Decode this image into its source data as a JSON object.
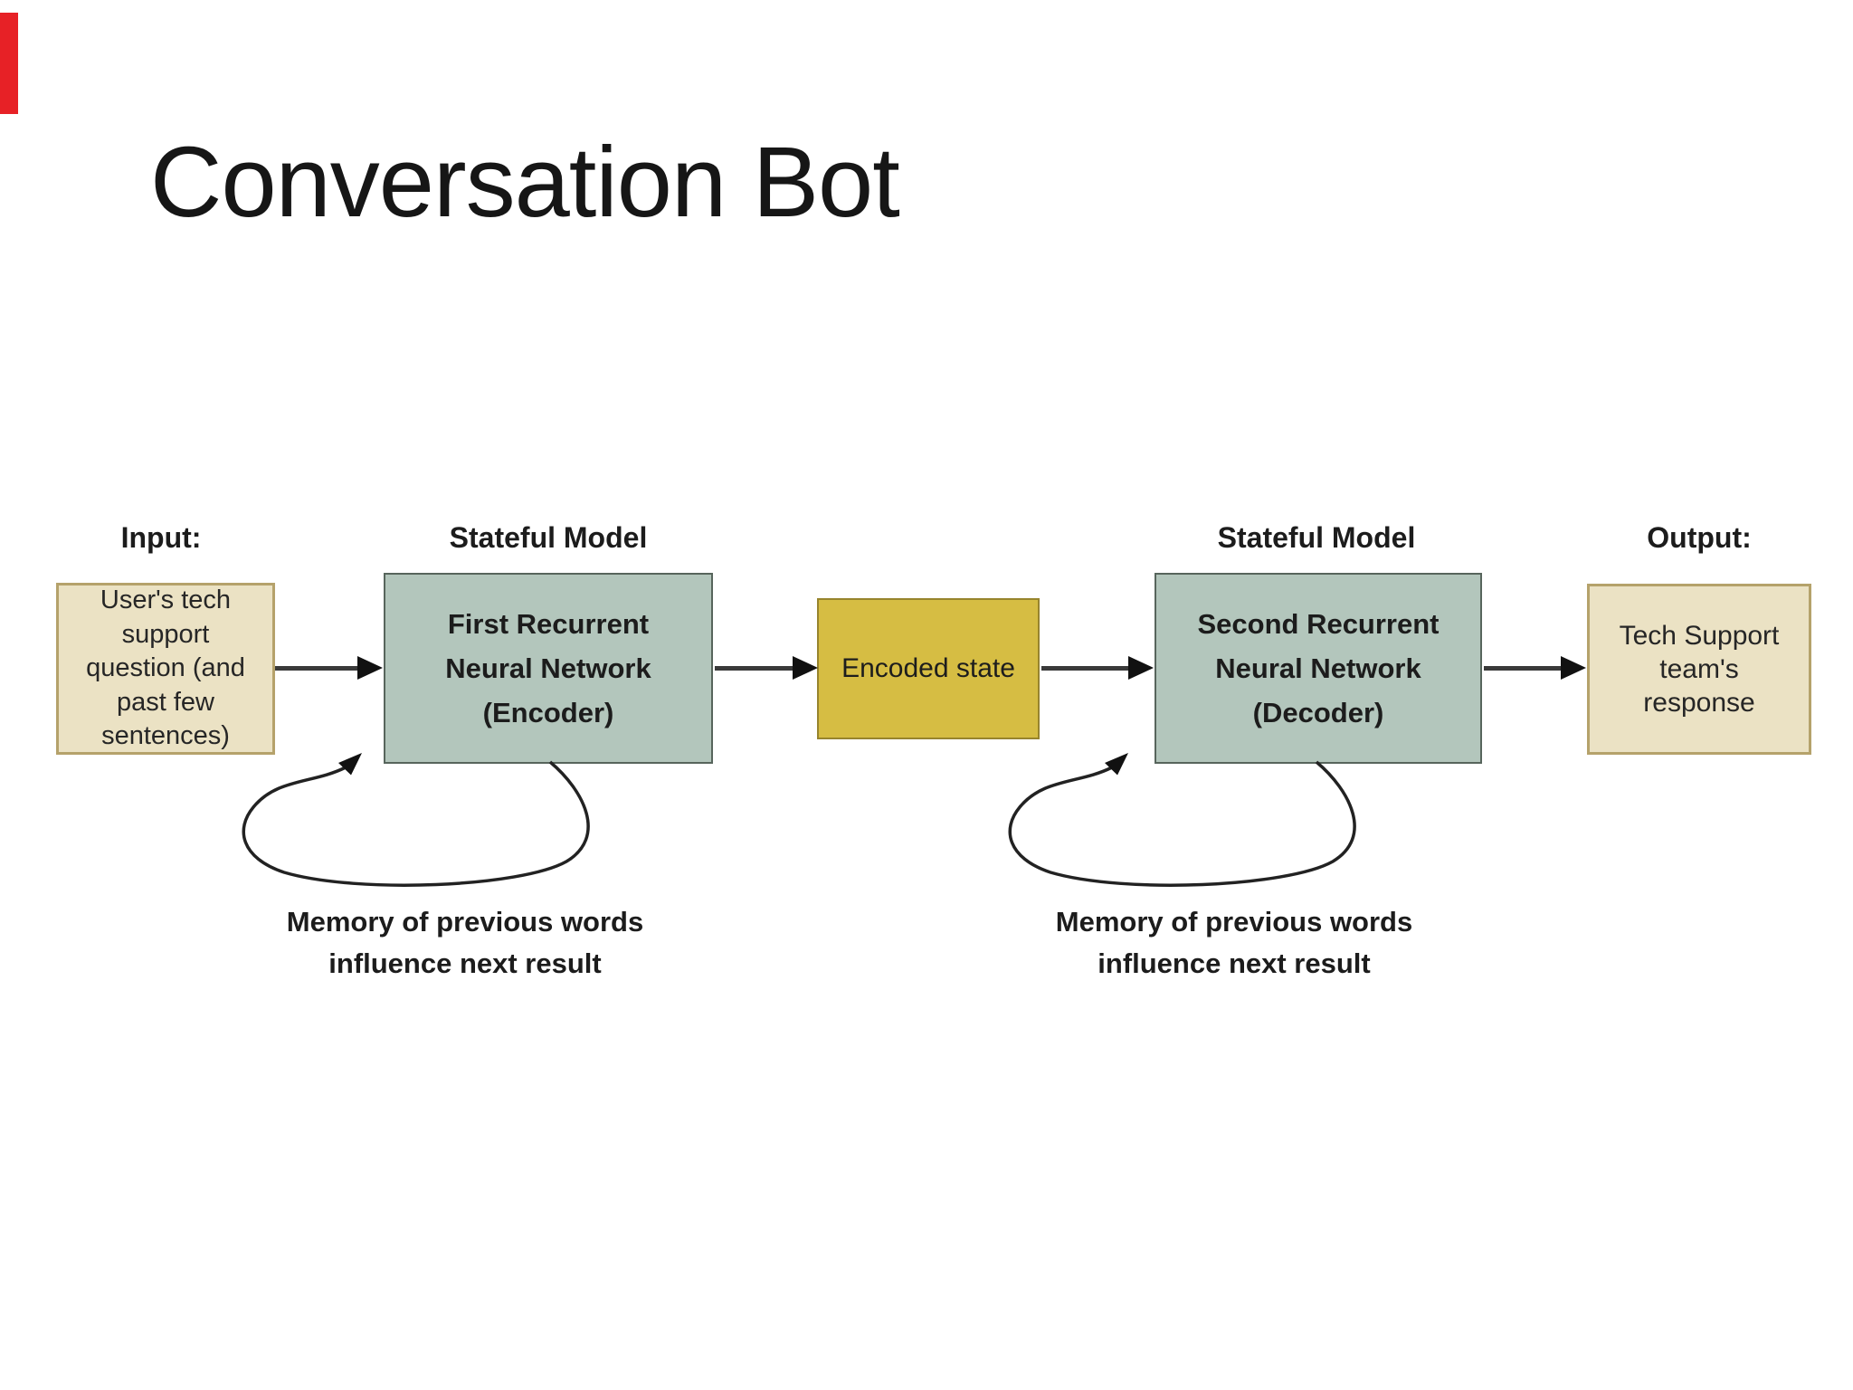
{
  "slide": {
    "title": "Conversation Bot",
    "background_color": "#ffffff",
    "accent_bar_color": "#e72126",
    "text_color": "#1c1c1c",
    "arrow_color": "#3a3a3a"
  },
  "labels": {
    "input": "Input:",
    "stateful_model_left": "Stateful Model",
    "stateful_model_right": "Stateful Model",
    "output": "Output:"
  },
  "nodes": {
    "input": {
      "lines": [
        "User's tech",
        "support",
        "question (and",
        "past few",
        "sentences)"
      ],
      "fill": "#ebe2c4",
      "border": "#b5a26b"
    },
    "encoder": {
      "lines": [
        "First Recurrent",
        "Neural Network",
        "(Encoder)"
      ],
      "fill": "#b3c6bc",
      "border": "#57655c"
    },
    "encoded_state": {
      "lines": [
        "Encoded state"
      ],
      "fill": "#d6bd43",
      "border": "#97842d"
    },
    "decoder": {
      "lines": [
        "Second Recurrent",
        "Neural Network",
        "(Decoder)"
      ],
      "fill": "#b3c6bc",
      "border": "#57655c"
    },
    "output": {
      "lines": [
        "Tech Support",
        "team's",
        "response"
      ],
      "fill": "#ebe2c4",
      "border": "#b5a26b"
    }
  },
  "loops": {
    "left_caption": [
      "Memory of previous words",
      "influence next result"
    ],
    "right_caption": [
      "Memory of previous words",
      "influence next result"
    ]
  }
}
